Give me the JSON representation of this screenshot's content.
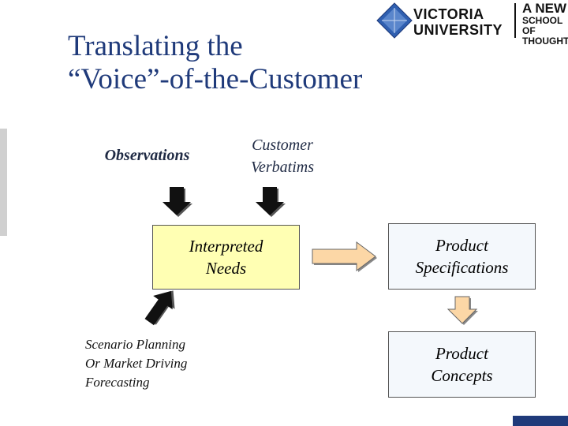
{
  "slide": {
    "title_line1": "Translating the",
    "title_line2": "“Voice”-of-the-Customer"
  },
  "logo": {
    "university_line1": "VICTORIA",
    "university_line2": "UNIVERSITY",
    "tagline_line1": "A NEW",
    "tagline_line2": "SCHOOL OF",
    "tagline_line3": "THOUGHT",
    "icon": "diamond-crest-icon"
  },
  "diagram": {
    "observations": "Observations",
    "customer_verbatims_line1": "Customer",
    "customer_verbatims_line2": "Verbatims",
    "interpreted_needs_line1": "Interpreted",
    "interpreted_needs_line2": "Needs",
    "product_specifications_line1": "Product",
    "product_specifications_line2": "Specifications",
    "product_concepts_line1": "Product",
    "product_concepts_line2": "Concepts",
    "scenario_line1": "Scenario Planning",
    "scenario_line2": "Or Market Driving",
    "scenario_line3": "Forecasting"
  },
  "colors": {
    "title": "#1f3a7a",
    "needs_fill": "#ffffb3",
    "product_fill": "#f4f8fc",
    "arrow_fill": "#fcd7a6",
    "down_arrow": "#111111"
  }
}
